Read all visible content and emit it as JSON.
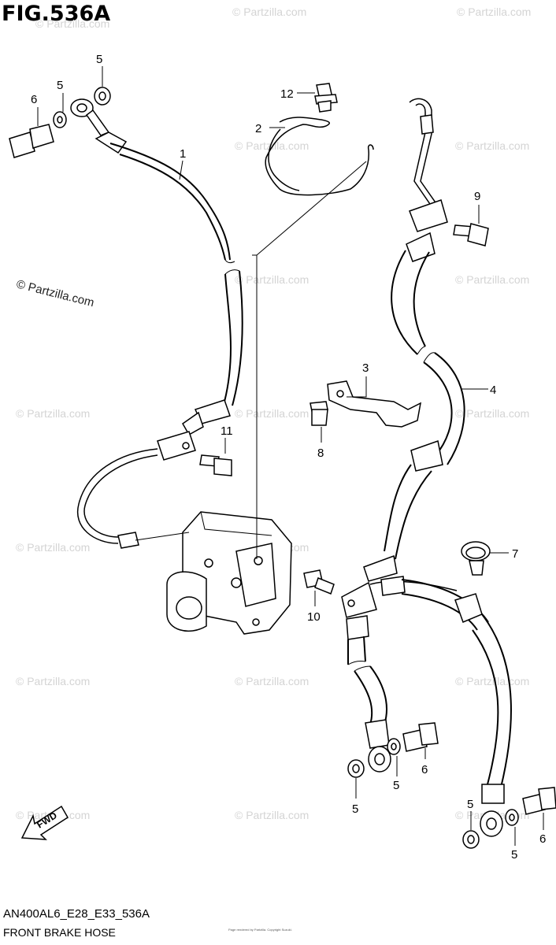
{
  "figure": {
    "title": "FIG.536A",
    "code": "AN400AL6_E28_E33_536A",
    "caption": "FRONT BRAKE HOSE",
    "tiny_text": "Page rendered by Partzilla. Copyright Suzuki.",
    "fwd_label": "FWD"
  },
  "watermark": {
    "text": "© Partzilla.com",
    "prominent_text": "© Partzilla.com"
  },
  "callouts": {
    "c1": "1",
    "c2": "2",
    "c3": "3",
    "c4": "4",
    "c5a": "5",
    "c5b": "5",
    "c5c": "5",
    "c5d": "5",
    "c5e": "5",
    "c5f": "5",
    "c6a": "6",
    "c6b": "6",
    "c6c": "6",
    "c7": "7",
    "c8": "8",
    "c9": "9",
    "c10": "10",
    "c11": "11",
    "c12": "12"
  }
}
